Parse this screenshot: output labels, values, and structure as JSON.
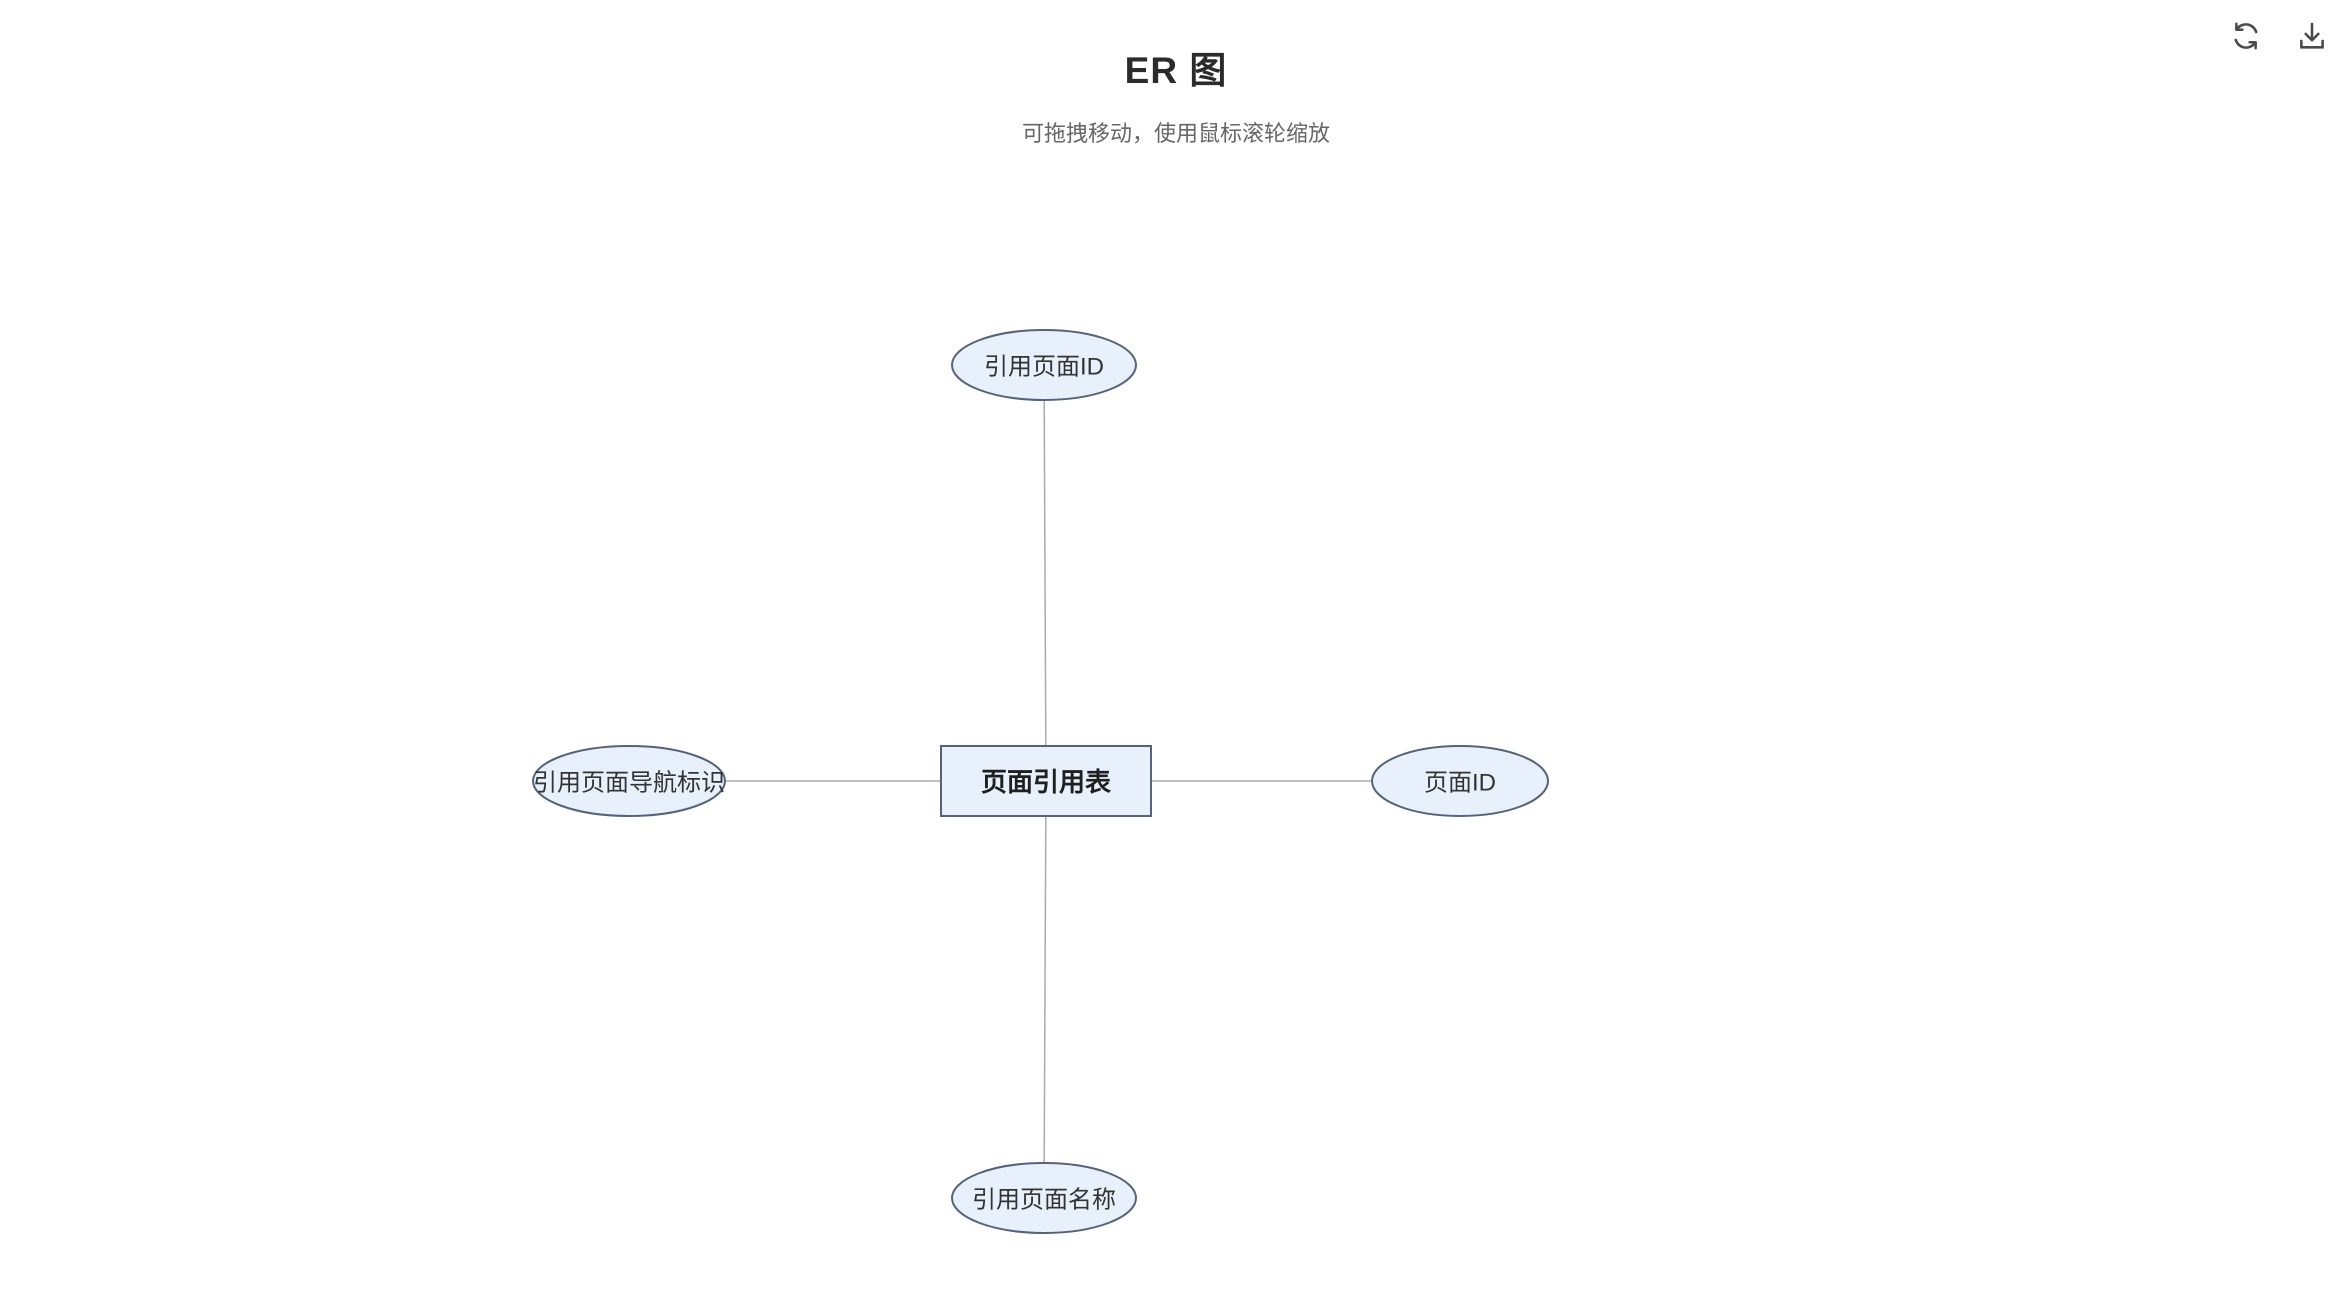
{
  "header": {
    "title": "ER 图",
    "subtitle": "可拖拽移动，使用鼠标滚轮缩放"
  },
  "toolbar": {
    "refresh_icon": "refresh-icon",
    "download_icon": "download-icon"
  },
  "diagram": {
    "entity": {
      "label": "页面引用表"
    },
    "attributes": [
      {
        "label": "引用页面ID",
        "position": "top"
      },
      {
        "label": "引用页面导航标识",
        "position": "left"
      },
      {
        "label": "页面ID",
        "position": "right"
      },
      {
        "label": "引用页面名称",
        "position": "bottom"
      }
    ],
    "colors": {
      "node_fill": "#e8f1fb",
      "node_stroke": "#54637a",
      "edge": "#aaaaaa"
    }
  }
}
